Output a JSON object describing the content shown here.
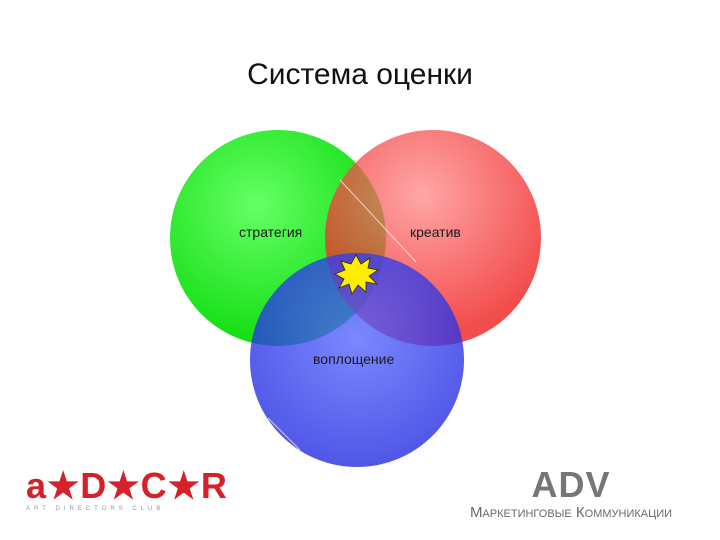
{
  "title": "Система оценки",
  "diagram": {
    "circles": [
      {
        "label": "стратегия",
        "color": "#22ee22"
      },
      {
        "label": "креатив",
        "color": "#ee2222"
      },
      {
        "label": "воплощение",
        "color": "#2233ee"
      }
    ],
    "burst_color": "#ffee00"
  },
  "logos": {
    "adcr": {
      "text": "a★D★C★R",
      "subtitle": "ART DIRECTORS CLUB",
      "color": "#d6202a"
    },
    "adv": {
      "text": "ADV",
      "subtitle": "Маркетинговые Коммуникации",
      "color": "#767676"
    }
  }
}
